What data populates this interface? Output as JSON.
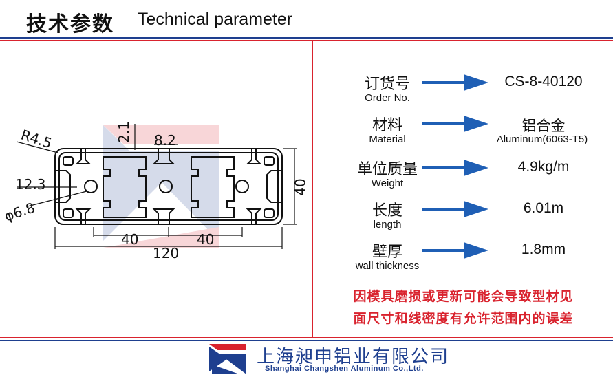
{
  "header": {
    "title_cn": "技术参数",
    "title_en": "Technical parameter"
  },
  "drawing": {
    "dimensions": {
      "corner_radius": "R4.5",
      "slot_depth": "2.1",
      "slot_width": "8.2",
      "slot_offset": "12.3",
      "hole_diameter": "φ6.8",
      "height": "40",
      "pitch_left": "40",
      "pitch_right": "40",
      "width": "120"
    }
  },
  "specs": [
    {
      "label_cn": "订货号",
      "label_en": "Order No.",
      "value": "CS-8-40120",
      "value_sub": ""
    },
    {
      "label_cn": "材料",
      "label_en": "Material",
      "value": "铝合金",
      "value_sub": "Aluminum(6063-T5)"
    },
    {
      "label_cn": "单位质量",
      "label_en": "Weight",
      "value": "4.9kg/m",
      "value_sub": ""
    },
    {
      "label_cn": "长度",
      "label_en": "length",
      "value": "6.01m",
      "value_sub": ""
    },
    {
      "label_cn": "壁厚",
      "label_en": "wall thickness",
      "value": "1.8mm",
      "value_sub": ""
    }
  ],
  "notice": {
    "line1": "因模具磨损或更新可能会导致型材见",
    "line2": "面尺寸和线密度有允许范围内的误差"
  },
  "footer": {
    "company_cn": "上海昶申铝业有限公司",
    "company_en": "Shanghai Changshen Aluminum Co.,Ltd."
  },
  "colors": {
    "brand_blue": "#1e3f8f",
    "accent_red": "#d9232e",
    "arrow_blue": "#1f5fb5"
  }
}
